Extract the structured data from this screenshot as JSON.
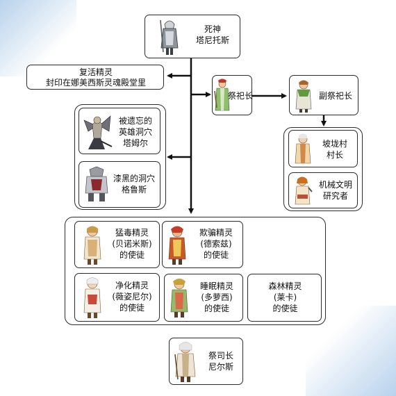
{
  "nodes": {
    "shinigami": {
      "line1": "死神",
      "line2": "塔尼托斯"
    },
    "revive_spirit": {
      "line1": "复活精灵",
      "line2": "封印在娜美西斯灵魂殿堂里"
    },
    "priest": {
      "label": "祭祀长"
    },
    "vice_priest": {
      "label": "副祭祀长"
    },
    "forgotten": {
      "line1": "被遗忘的",
      "line2": "英雄洞穴",
      "line3": "塔姆尔"
    },
    "dark_cave": {
      "line1": "漆黑的洞穴",
      "line2": "格鲁斯"
    },
    "village_chief": {
      "line1": "坡垅村",
      "line2": "村长"
    },
    "researcher": {
      "line1": "机械文明",
      "line2": "研究者"
    },
    "fierce": {
      "line1": "猛毒精灵",
      "line2": "(贝诺米斯)",
      "line3": "的使徒"
    },
    "deceit": {
      "line1": "欺骗精灵",
      "line2": "(德索兹)",
      "line3": "的使徒"
    },
    "purify": {
      "line1": "净化精灵",
      "line2": "(薇姿尼尔)",
      "line3": "的使徒"
    },
    "sleep": {
      "line1": "睡眠精灵",
      "line2": "(多萝西)",
      "line3": "的使徒"
    },
    "forest": {
      "line1": "森林精灵",
      "line2": "(莱卡)",
      "line3": "的使徒"
    },
    "elder_priest": {
      "line1": "祭司长",
      "line2": "尼尔斯"
    }
  },
  "colors": {
    "line": "#111111",
    "border": "#2a2a2a",
    "background_accent": "#b9d2ec"
  }
}
